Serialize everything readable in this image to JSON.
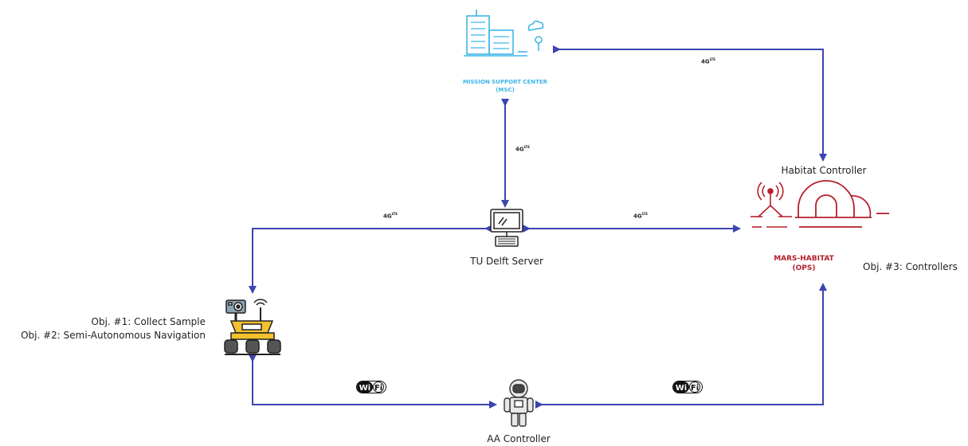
{
  "nodes": {
    "msc": {
      "line1": "MISSION SUPPORT CENTER",
      "line2": "(MSC)"
    },
    "server": {
      "label": "TU Delft Server"
    },
    "habitat_controller": {
      "label": "Habitat Controller"
    },
    "habitat": {
      "line1": "MARS-HABITAT",
      "line2": "(OPS)",
      "objective": "Obj. #3: Controllers"
    },
    "rover": {
      "objective1": "Obj. #1: Collect Sample",
      "objective2": "Obj. #2: Semi-Autonomous Navigation"
    },
    "aa_controller": {
      "label": "AA Controller"
    }
  },
  "links": {
    "cellular": "4G",
    "cellular_sup": "LTE",
    "wifi_left": "Wi",
    "wifi_right": "Fi"
  },
  "colors": {
    "arrow": "#3b44b0",
    "msc": "#3fb6e8",
    "habitat": "#b51f2c",
    "icon_dark": "#222222",
    "rover_yellow": "#f2c12e"
  }
}
